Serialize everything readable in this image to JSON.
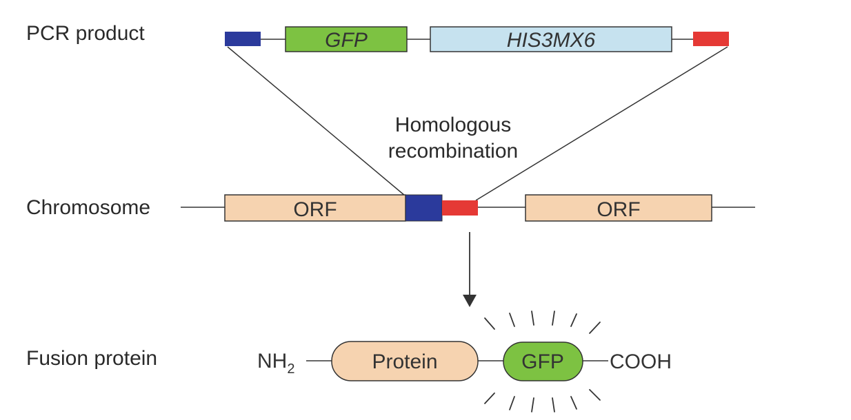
{
  "rows": {
    "pcr_product": "PCR product",
    "chromosome": "Chromosome",
    "fusion_protein": "Fusion protein"
  },
  "pcr": {
    "gfp_label": "GFP",
    "marker_label": "HIS3MX6"
  },
  "recombination": {
    "line1": "Homologous",
    "line2": "recombination"
  },
  "chromosome": {
    "orf_left": "ORF",
    "orf_right": "ORF"
  },
  "fusion": {
    "nh2_main": "NH",
    "nh2_sub": "2",
    "protein_label": "Protein",
    "gfp_label": "GFP",
    "cooh_label": "COOH"
  },
  "colors": {
    "homology_left": "#2b3a9c",
    "homology_right": "#e53935",
    "gfp": "#7dc242",
    "marker": "#c6e2ef",
    "orf": "#f6d3b0",
    "protein": "#f6d3b0",
    "line": "#333333"
  }
}
